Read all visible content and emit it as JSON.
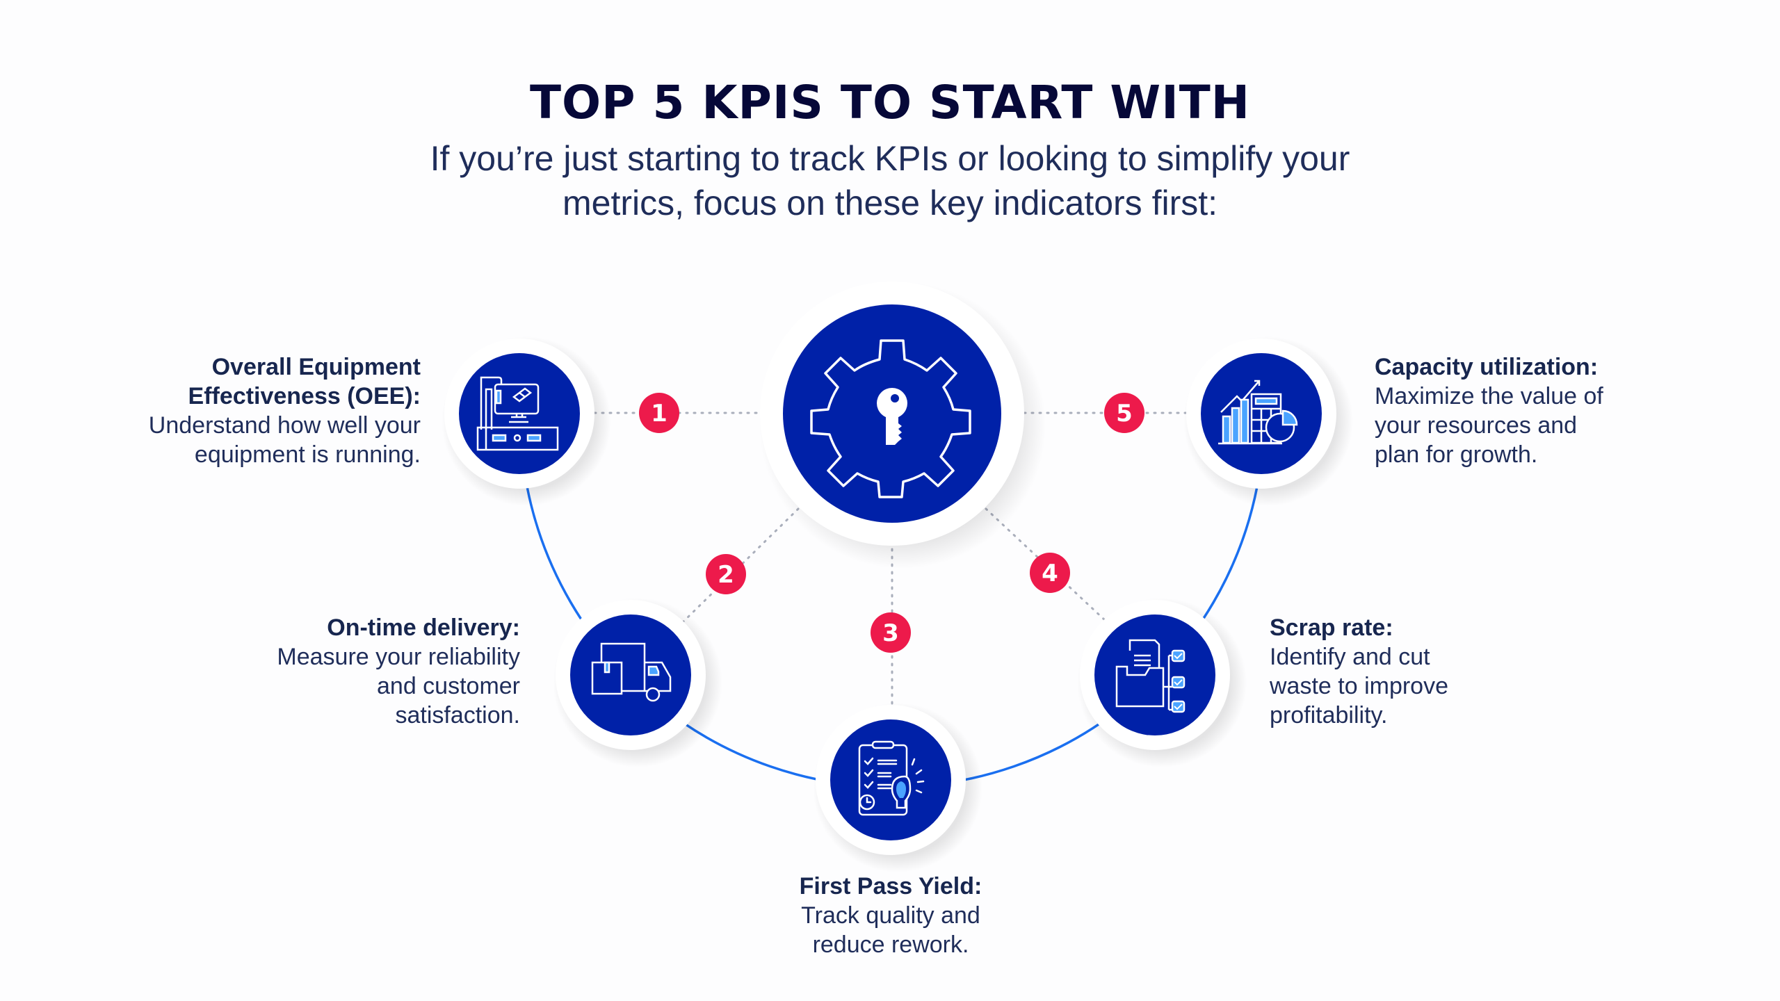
{
  "header": {
    "title": "TOP 5 KPIS TO START WITH",
    "subtitle_lines": [
      "If you’re just starting to track KPIs or looking to simplify your",
      "metrics, focus on these key indicators first:"
    ]
  },
  "colors": {
    "title": "#060838",
    "text": "#1f2d5a",
    "disc": "#0021a8",
    "badge": "#ed1a4b",
    "arc": "#1a6ff0",
    "icon_accent": "#4aa3ff",
    "dots": "#a9aebb"
  },
  "center": {
    "icon": "gear-key-icon"
  },
  "kpis": [
    {
      "number": "1",
      "title_lines": [
        "Overall Equipment",
        "Effectiveness (OEE):"
      ],
      "body_lines": [
        "Understand how well your",
        "equipment is running."
      ],
      "icon": "cnc-machine-icon"
    },
    {
      "number": "2",
      "title_lines": [
        "On-time delivery:"
      ],
      "body_lines": [
        "Measure your reliability",
        "and customer",
        "satisfaction."
      ],
      "icon": "delivery-truck-icon"
    },
    {
      "number": "3",
      "title_lines": [
        "First Pass Yield:"
      ],
      "body_lines": [
        "Track quality and",
        "reduce rework."
      ],
      "icon": "checklist-lightbulb-icon"
    },
    {
      "number": "4",
      "title_lines": [
        "Scrap rate:"
      ],
      "body_lines": [
        "Identify and cut",
        "waste to improve",
        "profitability."
      ],
      "icon": "folder-checklist-icon"
    },
    {
      "number": "5",
      "title_lines": [
        "Capacity utilization:"
      ],
      "body_lines": [
        "Maximize the value of",
        "your resources and",
        "plan for growth."
      ],
      "icon": "growth-chart-calculator-icon"
    }
  ]
}
